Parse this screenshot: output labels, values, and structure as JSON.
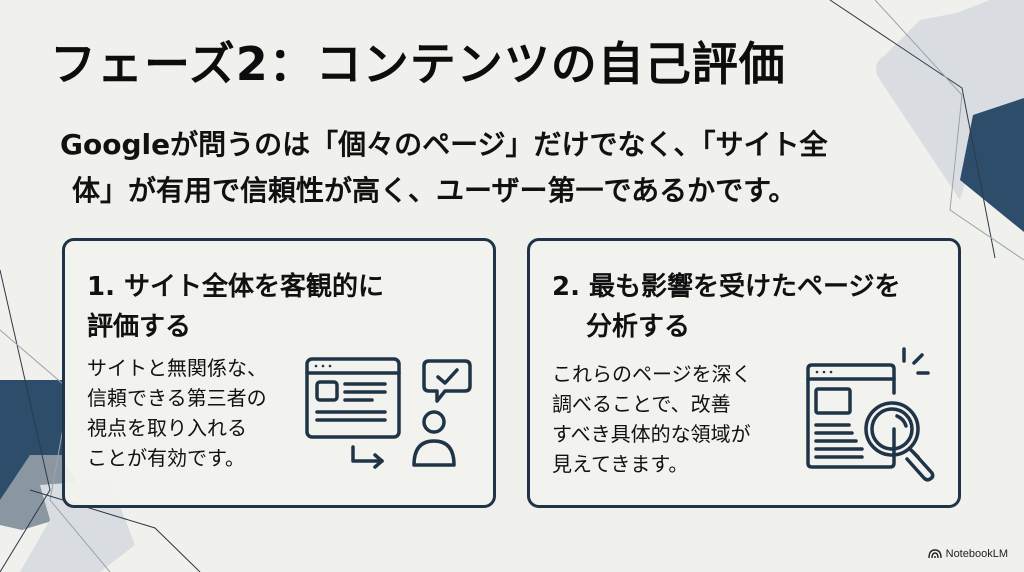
{
  "slide": {
    "title": "フェーズ2：コンテンツの自己評価",
    "subtitle": {
      "line1": "Googleが問うのは「個々のページ」だけでなく、「サイト全",
      "line2": "体」が有用で信頼性が高く、ユーザー第一であるかです。"
    },
    "cards": [
      {
        "title_line1": "1. サイト全体を客観的に",
        "title_line2": "評価する",
        "body_lines": [
          "サイトと無関係な、",
          "信頼できる第三者の",
          "視点を取り入れる",
          "ことが有効です。"
        ],
        "icon": "webpage-to-reviewer-approval-icon"
      },
      {
        "title_line1": "2. 最も影響を受けたページを",
        "title_line2": "分析する",
        "body_lines": [
          "これらのページを深く",
          "調べることで、改善",
          "すべき具体的な領域が",
          "見えてきます。"
        ],
        "icon": "webpage-magnifier-icon"
      }
    ],
    "brand": {
      "label": "NotebookLM",
      "icon": "notebooklm-logo-icon"
    }
  },
  "colors": {
    "background": "#f0f0ec",
    "navy": "#2e4d6b",
    "card_border": "#1f3447",
    "light_gray_shape": "#d9dde1",
    "mid_gray_shape": "#8a97a3",
    "text": "#111111"
  }
}
